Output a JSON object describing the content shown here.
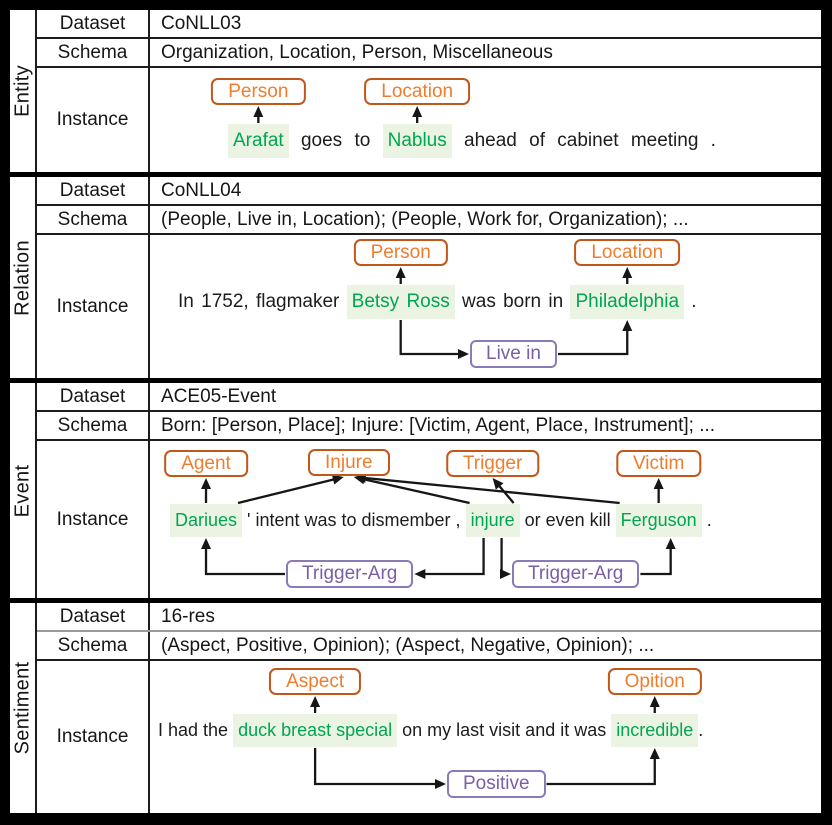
{
  "row_labels": {
    "dataset": "Dataset",
    "schema": "Schema",
    "instance": "Instance"
  },
  "colors": {
    "tag_text_orange": "#EE7D2F",
    "tag_border_orange": "#C2571A",
    "relation_purple": "#7B5EA7",
    "highlight_green_bg": "#EBF3E3",
    "highlight_green_text": "#00A651",
    "line_black": "#161616"
  },
  "sections": [
    {
      "id": "entity",
      "group_label": "Entity",
      "dataset": "CoNLL03",
      "schema": "Organization, Location, Person, Miscellaneous",
      "instance": {
        "segments": [
          {
            "text": "Arafat",
            "tag": "Person"
          },
          {
            "text": " goes to "
          },
          {
            "text": "Nablus",
            "tag": "Location"
          },
          {
            "text": " ahead of cabinet meeting ."
          }
        ]
      }
    },
    {
      "id": "relation",
      "group_label": "Relation",
      "dataset": "CoNLL04",
      "schema": "(People, Live in, Location); (People, Work for, Organization); ...",
      "instance": {
        "segments": [
          {
            "text": "In 1752, flagmaker "
          },
          {
            "text": "Betsy Ross",
            "tag": "Person"
          },
          {
            "text": " was born in "
          },
          {
            "text": "Philadelphia",
            "tag": "Location"
          },
          {
            "text": " ."
          }
        ],
        "relation_box": "Live in"
      }
    },
    {
      "id": "event",
      "group_label": "Event",
      "dataset": "ACE05-Event",
      "schema": "Born: [Person, Place]; Injure: [Victim, Agent, Place, Instrument]; ...",
      "instance": {
        "segments": [
          {
            "text": "Dariues",
            "tag": "Agent"
          },
          {
            "text": " ' intent was to dismember , "
          },
          {
            "text": "injure",
            "tag": "Trigger"
          },
          {
            "text": " or even kill "
          },
          {
            "text": "Ferguson",
            "tag": "Victim"
          },
          {
            "text": " ."
          }
        ],
        "event_box": "Injure",
        "arg_boxes": [
          "Trigger-Arg",
          "Trigger-Arg"
        ]
      }
    },
    {
      "id": "sentiment",
      "group_label": "Sentiment",
      "dataset": "16-res",
      "schema": "(Aspect, Positive, Opinion); (Aspect, Negative, Opinion); ...",
      "instance": {
        "segments": [
          {
            "text": "I had the "
          },
          {
            "text": "duck breast special",
            "tag": "Aspect"
          },
          {
            "text": " on my last visit and it was "
          },
          {
            "text": "incredible",
            "tag": "Opition"
          },
          {
            "text": "."
          }
        ],
        "polarity_box": "Positive"
      }
    }
  ]
}
